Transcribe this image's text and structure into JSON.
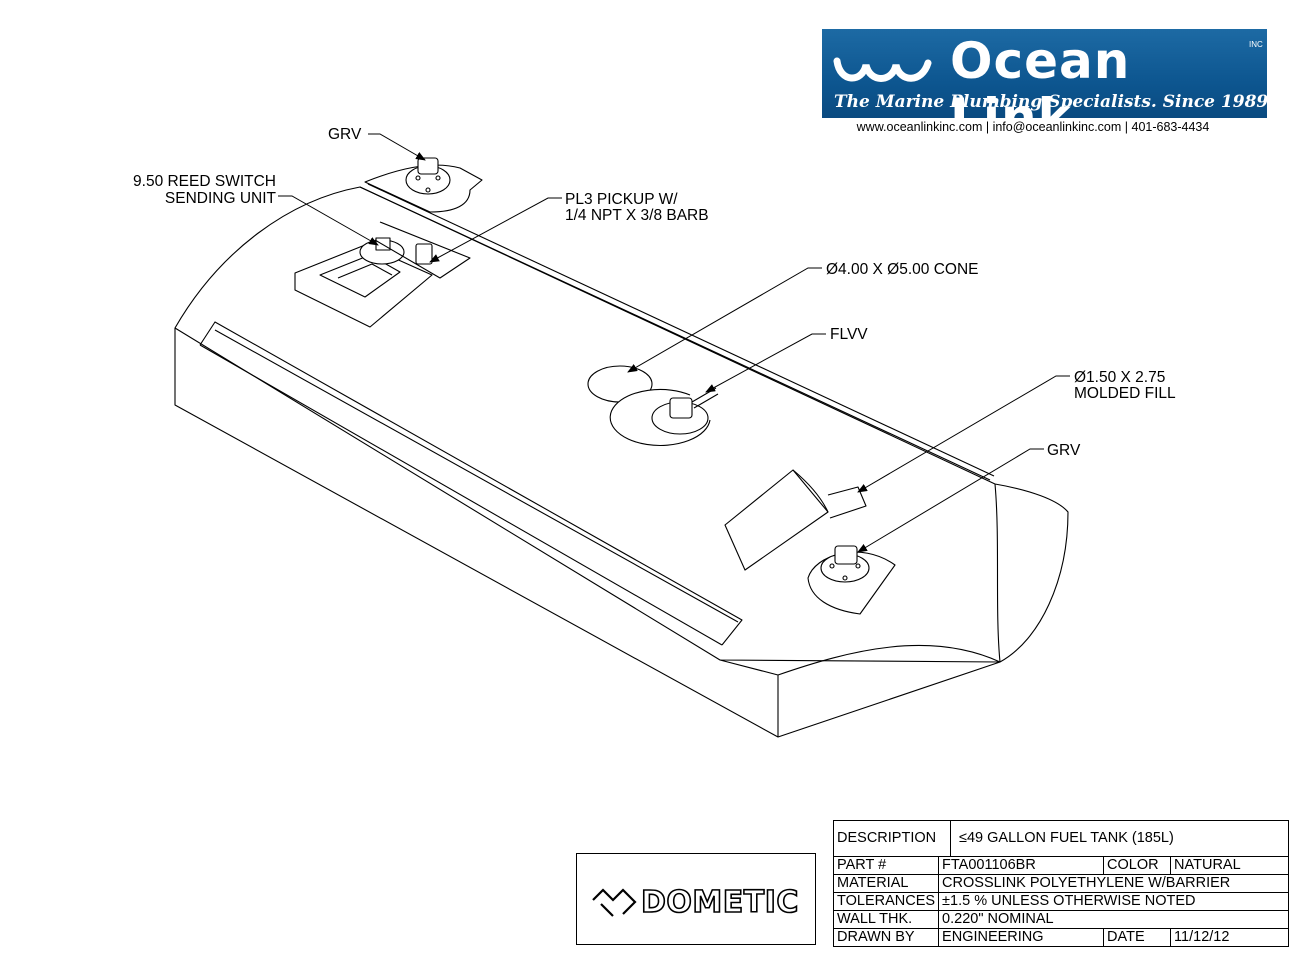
{
  "logo": {
    "name": "Ocean Link",
    "inc": "INC",
    "tagline": "The Marine Plumbing Specialists. Since 1989",
    "contact": "www.oceanlinkinc.com | info@oceanlinkinc.com | 401-683-4434"
  },
  "callouts": {
    "grv_top": "GRV",
    "reed_line1": "9.50 REED SWITCH",
    "reed_line2": "SENDING UNIT",
    "pickup_line1": "PL3 PICKUP W/",
    "pickup_line2": "1/4 NPT X 3/8 BARB",
    "cone": "Ø4.00 X Ø5.00 CONE",
    "flvv": "FLVV",
    "fill_line1": "Ø1.50 X 2.75",
    "fill_line2": "MOLDED FILL",
    "grv_bottom": "GRV"
  },
  "brand": "DOMETIC",
  "title_block": {
    "description_label": "DESCRIPTION",
    "description_value": "≤49 GALLON FUEL TANK (185L)",
    "part_label": "PART #",
    "part_value": "FTA001106BR",
    "color_label": "COLOR",
    "color_value": "NATURAL",
    "material_label": "MATERIAL",
    "material_value": "CROSSLINK POLYETHYLENE W/BARRIER",
    "tolerances_label": "TOLERANCES",
    "tolerances_value": "±1.5 % UNLESS OTHERWISE NOTED",
    "wall_label": "WALL THK.",
    "wall_value": "0.220\" NOMINAL",
    "drawn_label": "DRAWN BY",
    "drawn_value": "ENGINEERING",
    "date_label": "DATE",
    "date_value": "11/12/12"
  },
  "colors": {
    "logo_blue": "#0d5690",
    "line": "#000000"
  }
}
